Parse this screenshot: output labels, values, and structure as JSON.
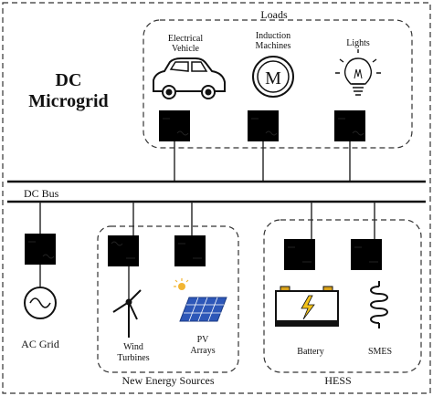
{
  "title": {
    "line1": "DC",
    "line2": "Microgrid"
  },
  "loads": {
    "group_label": "Loads",
    "ev_label": [
      "Electrical",
      "Vehicle"
    ],
    "motor_label": [
      "Induction",
      "Machines"
    ],
    "motor_symbol": "M",
    "lights_label": "Lights"
  },
  "bus_label": "DC Bus",
  "sources": {
    "ac_grid": "AC Grid",
    "wind_label": [
      "Wind",
      "Turbines"
    ],
    "pv_label": [
      "PV",
      "Arrays"
    ],
    "group_label": "New Energy Sources"
  },
  "storage": {
    "battery_label": "Battery",
    "smes_label": "SMES",
    "group_label": "HESS"
  },
  "icons": {
    "converter": "converter-icon",
    "car": "electric-car-icon",
    "motor": "motor-icon",
    "bulb": "light-bulb-icon",
    "ac_source": "ac-source-icon",
    "wind": "wind-turbine-icon",
    "pv": "solar-panel-icon",
    "battery": "battery-icon",
    "coil": "smes-coil-icon"
  },
  "colors": {
    "battery_bolt": "#f2c21b",
    "battery_top": "#d9a21a",
    "panel": "#2d57b8",
    "sun": "#f2b533"
  }
}
